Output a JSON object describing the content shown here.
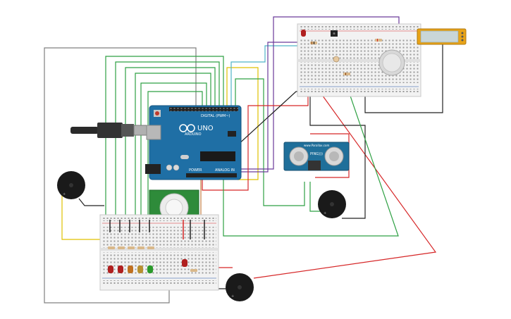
{
  "arduino": {
    "brand": "UNO",
    "header_digital": "DIGITAL (PWM~)",
    "header_analog": "ANALOG IN",
    "header_power": "POWER",
    "logo_text": "ARDUINO"
  },
  "ping": {
    "title": "www.Parallax.com",
    "model": "PING)))"
  },
  "colors": {
    "wire_green": "#2ea043",
    "wire_red": "#d62728",
    "wire_black": "#222222",
    "wire_gray": "#808080",
    "wire_yellow": "#e0c000",
    "wire_cyan": "#4fb3c8",
    "wire_purple": "#6a3a9a",
    "arduino_blue": "#1f6fa5",
    "breadboard": "#f2f2f2",
    "pir_green": "#2e8b3a",
    "buzzer": "#1a1a1a",
    "lcd_frame": "#e8a317",
    "lcd_screen": "#c9d6d8"
  },
  "leds": [
    "red",
    "red",
    "orange",
    "orange",
    "green",
    "red",
    "red"
  ],
  "icons": [
    "usb-plug-icon",
    "piezo-buzzer-icon",
    "pir-sensor-icon",
    "ultrasonic-sensor-icon",
    "photoresistor-icon",
    "temperature-sensor-icon"
  ]
}
